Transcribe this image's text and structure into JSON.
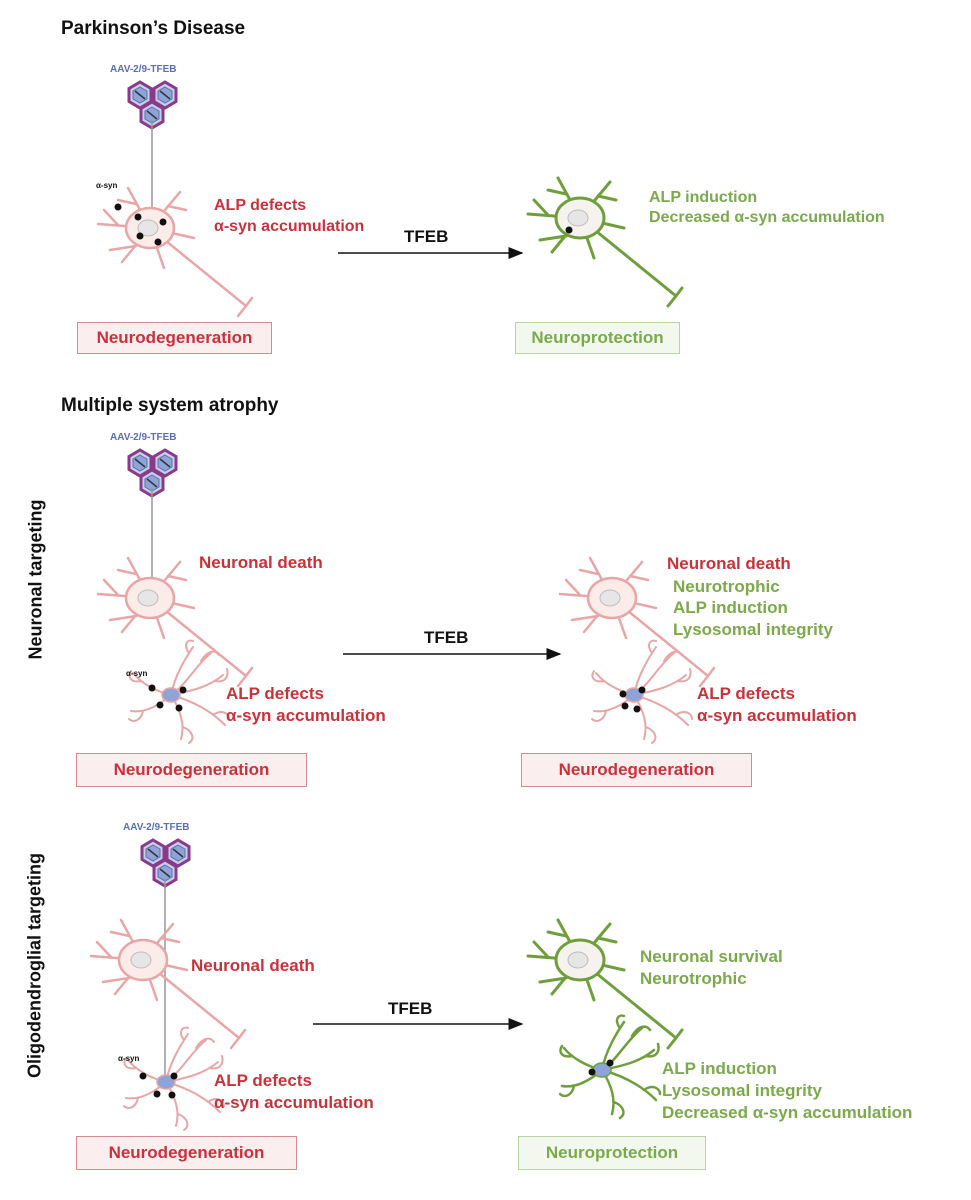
{
  "sections": {
    "pd": {
      "title": "Parkinson’s Disease",
      "aav": "AAV-2/9-TFEB",
      "asyn": "α-syn",
      "left_text": [
        "ALP defects",
        "α-syn accumulation"
      ],
      "arrow": "TFEB",
      "right_text": [
        "ALP induction",
        "Decreased α-syn accumulation"
      ],
      "left_box": "Neurodegeneration",
      "right_box": "Neuroprotection"
    },
    "msa": {
      "title": "Multiple system atrophy",
      "neuronal": {
        "side_label": "Neuronal targeting",
        "aav": "AAV-2/9-TFEB",
        "asyn": "α-syn",
        "left_neuron_text": "Neuronal death",
        "left_oligo_text": [
          "ALP defects",
          "α-syn accumulation"
        ],
        "arrow": "TFEB",
        "right_neuron_red": "Neuronal death",
        "right_neuron_green": [
          "Neurotrophic",
          "ALP induction",
          "Lysosomal integrity"
        ],
        "right_oligo_text": [
          "ALP defects",
          "α-syn accumulation"
        ],
        "left_box": "Neurodegeneration",
        "right_box": "Neurodegeneration"
      },
      "oligo": {
        "side_label": "Oligodendroglial targeting",
        "aav": "AAV-2/9-TFEB",
        "asyn": "α-syn",
        "left_neuron_text": "Neuronal death",
        "left_oligo_text": [
          "ALP defects",
          "α-syn accumulation"
        ],
        "arrow": "TFEB",
        "right_neuron_text": [
          "Neuronal survival",
          "Neurotrophic"
        ],
        "right_oligo_text": [
          "ALP induction",
          "Lysosomal integrity",
          "Decreased α-syn accumulation"
        ],
        "left_box": "Neurodegeneration",
        "right_box": "Neuroprotection"
      }
    }
  },
  "colors": {
    "red": "#c8323a",
    "green": "#7aaa4c",
    "neuron_red_stroke": "#e8a6a6",
    "neuron_red_fill": "#fbecea",
    "neuron_green_stroke": "#6f9f3d",
    "virus_purple": "#8a3a8a",
    "virus_blue": "#8ea4d8"
  }
}
